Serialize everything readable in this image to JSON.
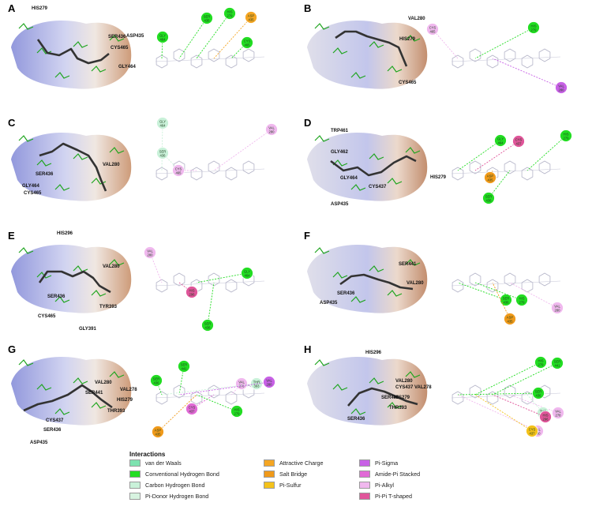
{
  "colors": {
    "vdw": "#7de3b0",
    "conv_hbond": "#22dd22",
    "carbon_hbond": "#c9f1d9",
    "pi_donor_hbond": "#d7f3e0",
    "attractive_charge": "#f5a623",
    "salt_bridge": "#f09a1a",
    "pi_sulfur": "#f4c21b",
    "pi_sigma": "#c861e6",
    "amide_pi": "#e16ad6",
    "pi_alkyl": "#f0b8ee",
    "pi_pi_t": "#e0559a"
  },
  "panels": [
    {
      "label": "A",
      "pose_residues": [
        "HIS279",
        "SER436",
        "ASP435",
        "CYS465",
        "GLY464"
      ],
      "bubbles": [
        {
          "text": "GLY 464",
          "kind": "conv_hbond"
        },
        {
          "text": "SER 436",
          "kind": "conv_hbond"
        },
        {
          "text": "HIS 279",
          "kind": "conv_hbond"
        },
        {
          "text": "ASP 435",
          "kind": "attractive_charge"
        },
        {
          "text": "CYS 465",
          "kind": "conv_hbond"
        }
      ]
    },
    {
      "label": "B",
      "pose_residues": [
        "VAL280",
        "HIS279",
        "CYS465"
      ],
      "bubbles": [
        {
          "text": "CYS 465",
          "kind": "pi_alkyl"
        },
        {
          "text": "HIS 279",
          "kind": "conv_hbond"
        },
        {
          "text": "VAL 280",
          "kind": "pi_sigma"
        }
      ]
    },
    {
      "label": "C",
      "pose_residues": [
        "SER436",
        "VAL280",
        "GLY464",
        "CYS465"
      ],
      "bubbles": [
        {
          "text": "GLY 464",
          "kind": "carbon_hbond"
        },
        {
          "text": "SER 436",
          "kind": "carbon_hbond"
        },
        {
          "text": "CYS 465",
          "kind": "pi_alkyl"
        },
        {
          "text": "VAL 280",
          "kind": "pi_alkyl"
        }
      ]
    },
    {
      "label": "D",
      "pose_residues": [
        "TRP461",
        "GLY462",
        "GLY464",
        "CYS437",
        "HIS279",
        "ASP435"
      ],
      "bubbles": [
        {
          "text": "GLY 464",
          "kind": "conv_hbond"
        },
        {
          "text": "CYS 437",
          "kind": "pi_pi_t"
        },
        {
          "text": "ASP 435",
          "kind": "salt_bridge"
        },
        {
          "text": "SER 436",
          "kind": "conv_hbond"
        },
        {
          "text": "HIS 279",
          "kind": "conv_hbond"
        }
      ]
    },
    {
      "label": "E",
      "pose_residues": [
        "HIS296",
        "VAL280",
        "SER436",
        "CYS465",
        "TYR393",
        "GLY391"
      ],
      "bubbles": [
        {
          "text": "VAL 280",
          "kind": "pi_alkyl"
        },
        {
          "text": "HIS 296",
          "kind": "pi_pi_t"
        },
        {
          "text": "GLY 464",
          "kind": "conv_hbond"
        },
        {
          "text": "SER 436",
          "kind": "conv_hbond"
        }
      ]
    },
    {
      "label": "F",
      "pose_residues": [
        "SER441",
        "VAL280",
        "SER436",
        "ASP435"
      ],
      "bubbles": [
        {
          "text": "SER 436",
          "kind": "conv_hbond"
        },
        {
          "text": "HIS 279",
          "kind": "conv_hbond"
        },
        {
          "text": "ASP 435",
          "kind": "salt_bridge"
        },
        {
          "text": "VAL 280",
          "kind": "pi_alkyl"
        }
      ]
    },
    {
      "label": "G",
      "pose_residues": [
        "VAL280",
        "VAL278",
        "SER441",
        "HIS279",
        "THR393",
        "CYS437",
        "SER436",
        "ASP435"
      ],
      "bubbles": [
        {
          "text": "SER 436",
          "kind": "conv_hbond"
        },
        {
          "text": "SER 441",
          "kind": "conv_hbond"
        },
        {
          "text": "ASP 435",
          "kind": "salt_bridge"
        },
        {
          "text": "CYS 437",
          "kind": "amide_pi"
        },
        {
          "text": "VAL 278",
          "kind": "pi_alkyl"
        },
        {
          "text": "THR 393",
          "kind": "carbon_hbond"
        },
        {
          "text": "VAL 280",
          "kind": "pi_sigma"
        },
        {
          "text": "HIS 279",
          "kind": "conv_hbond"
        }
      ]
    },
    {
      "label": "H",
      "pose_residues": [
        "HIS296",
        "VAL280",
        "CYS437",
        "VAL278",
        "SER441",
        "HIS279",
        "THR393",
        "SER436"
      ],
      "bubbles": [
        {
          "text": "SER 436",
          "kind": "conv_hbond"
        },
        {
          "text": "HIS 279",
          "kind": "conv_hbond"
        },
        {
          "text": "SER 441",
          "kind": "conv_hbond"
        },
        {
          "text": "VAL 278",
          "kind": "pi_alkyl"
        },
        {
          "text": "THR 393",
          "kind": "carbon_hbond"
        },
        {
          "text": "VAL 280",
          "kind": "pi_alkyl"
        },
        {
          "text": "CYS 437",
          "kind": "pi_sulfur"
        },
        {
          "text": "HIS 296",
          "kind": "pi_pi_t"
        }
      ]
    }
  ],
  "legend": {
    "title": "Interactions",
    "items": [
      {
        "key": "vdw",
        "label": "van der Waals"
      },
      {
        "key": "conv_hbond",
        "label": "Conventional Hydrogen Bond"
      },
      {
        "key": "carbon_hbond",
        "label": "Carbon Hydrogen Bond"
      },
      {
        "key": "pi_donor_hbond",
        "label": "Pi-Donor Hydrogen Bond"
      },
      {
        "key": "attractive_charge",
        "label": "Attractive Charge"
      },
      {
        "key": "salt_bridge",
        "label": "Salt Bridge"
      },
      {
        "key": "pi_sulfur",
        "label": "Pi-Sulfur"
      },
      {
        "key": "pi_sigma",
        "label": "Pi-Sigma"
      },
      {
        "key": "amide_pi",
        "label": "Amide-Pi Stacked"
      },
      {
        "key": "pi_alkyl",
        "label": "Pi-Alkyl"
      },
      {
        "key": "pi_pi_t",
        "label": "Pi-Pi T-shaped"
      }
    ]
  }
}
